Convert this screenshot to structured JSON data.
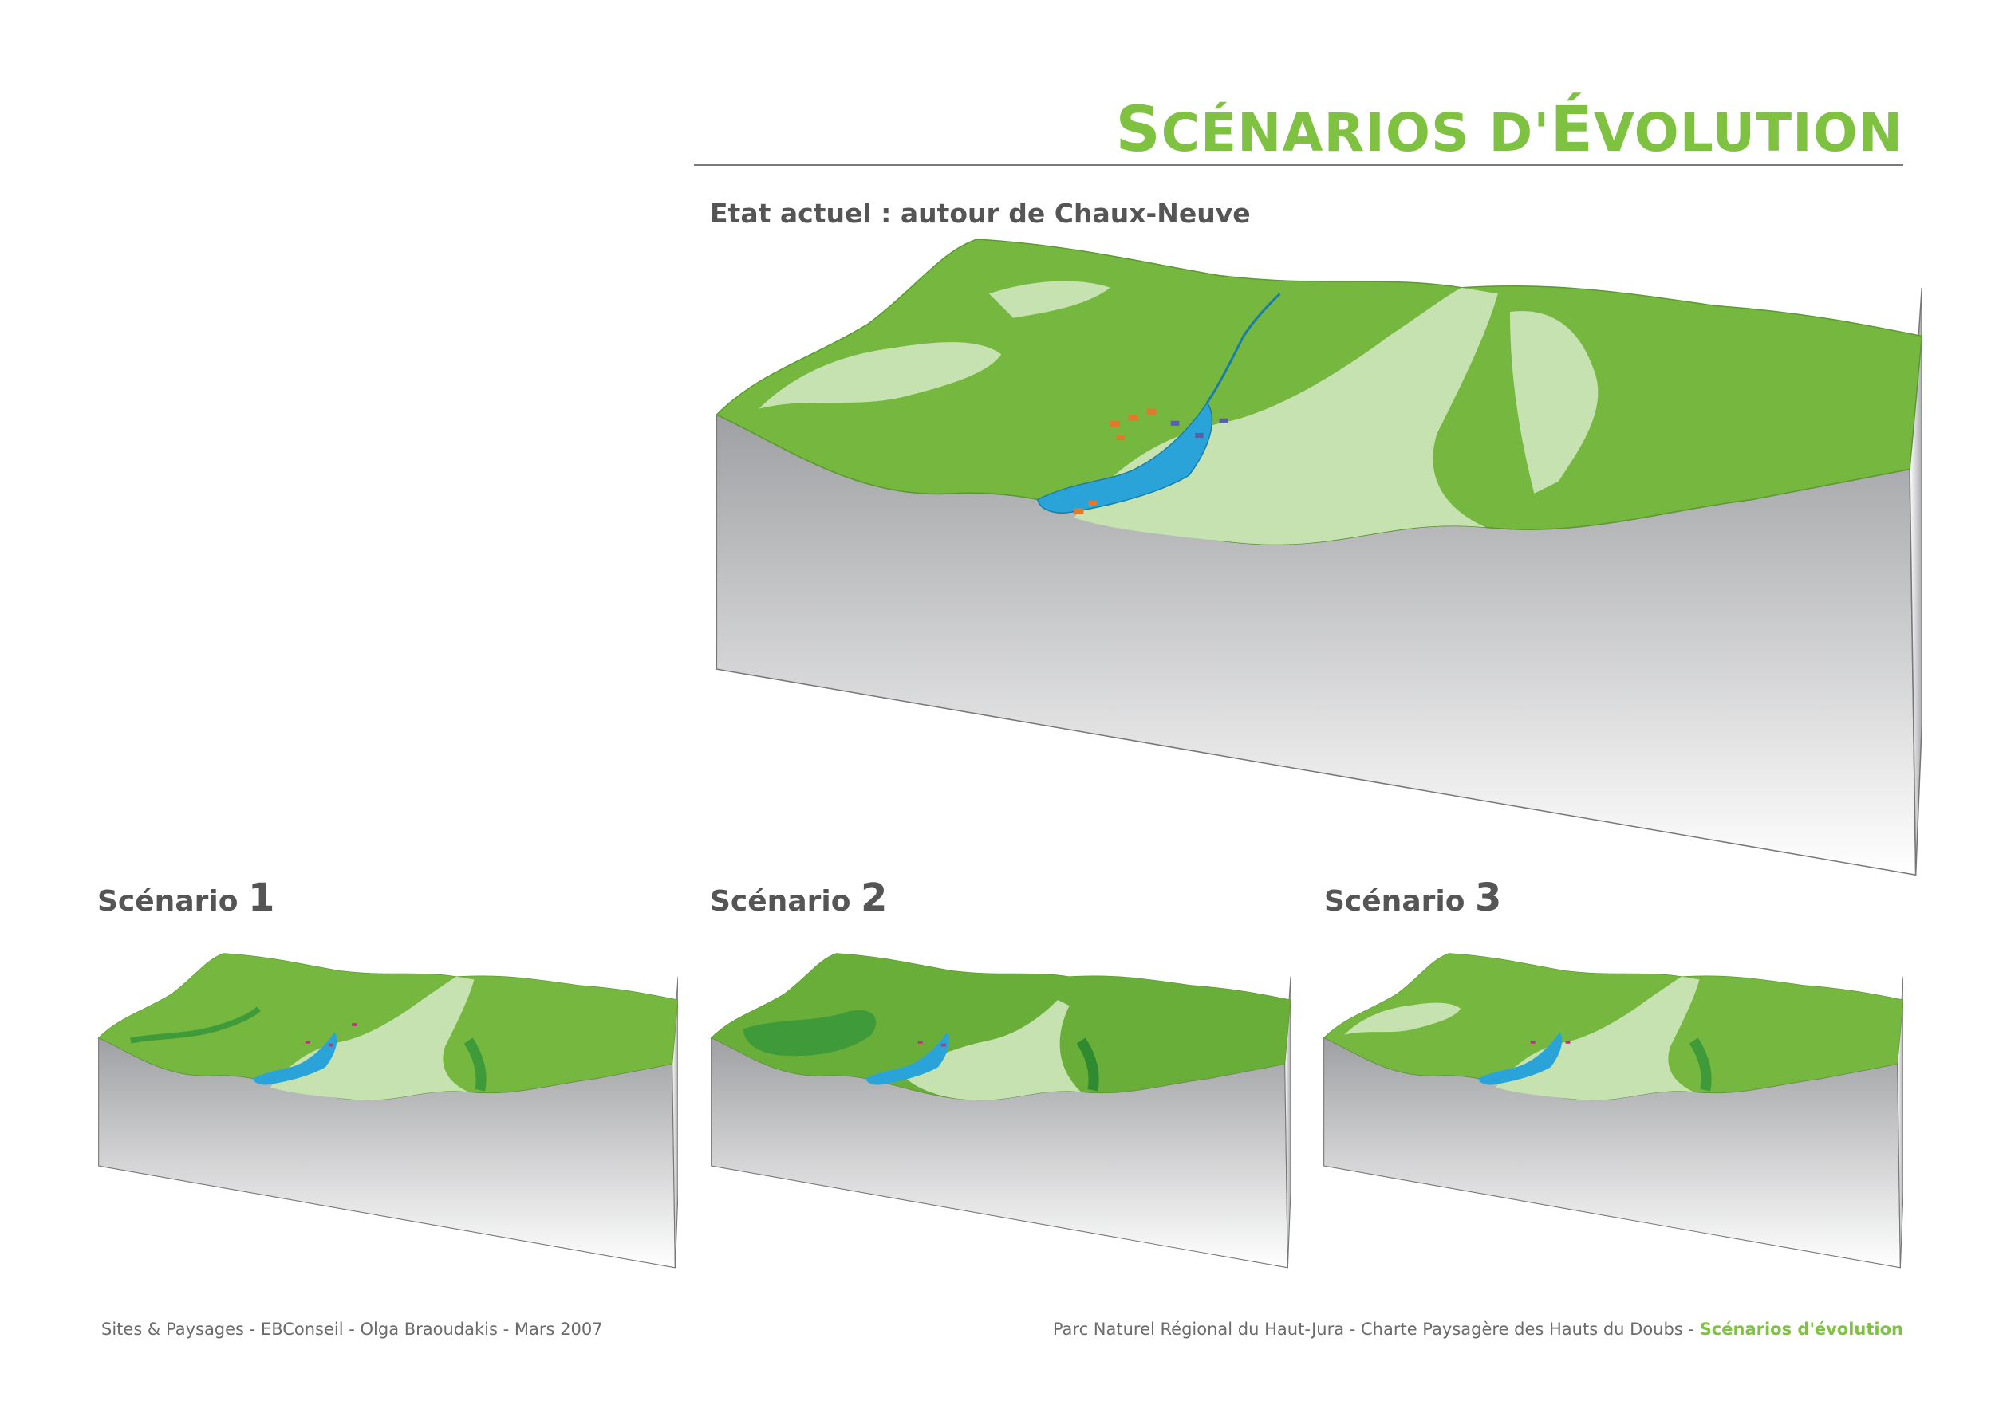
{
  "header": {
    "title_initial_1": "S",
    "title_part_1": "CÉNARIOS D'",
    "title_initial_2": "É",
    "title_part_2": "VOLUTION"
  },
  "main": {
    "label": "Etat actuel : autour de Chaux-Neuve"
  },
  "scenarios": [
    {
      "label": "Scénario",
      "number": "1"
    },
    {
      "label": "Scénario",
      "number": "2"
    },
    {
      "label": "Scénario",
      "number": "3"
    }
  ],
  "footer": {
    "left": "Sites & Paysages - EBConseil - Olga Braoudakis - Mars 2007",
    "right_prefix": "Parc Naturel Régional du Haut-Jura - Charte Paysagère des Hauts du Doubs - ",
    "right_highlight": "Scénarios d'évolution"
  },
  "colors": {
    "accent": "#7fc241",
    "forest": "#76b83f",
    "forest_dark": "#3f9a3a",
    "meadow": "#c6e2b0",
    "water": "#2aa4d8",
    "side": "#b8b9bb"
  }
}
